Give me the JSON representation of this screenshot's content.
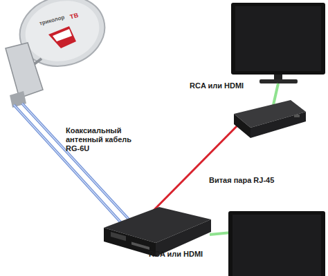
{
  "diagram": {
    "labels": [
      "триколор",
      "ТВ",
      "RCA или HDMI",
      "Коаксиальный антенный кабель RG-6U",
      "Витая пара RJ-45",
      "RCA или HDMI"
    ]
  }
}
